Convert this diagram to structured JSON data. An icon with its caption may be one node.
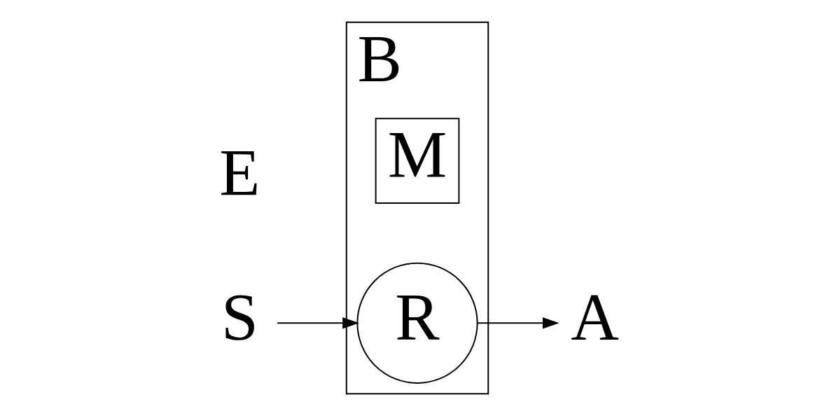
{
  "diagram": {
    "nodes": [
      {
        "text": [
          "B"
        ]
      },
      {
        "text": [
          "M"
        ],
        "in": 0
      },
      {
        "text": [
          "R"
        ],
        "in": 0
      },
      {
        "text": [
          "S"
        ]
      },
      {
        "text": [
          "A"
        ]
      }
    ],
    "edges": [
      {
        "from": 3,
        "to": 2,
        "arrow": "to"
      },
      {
        "from": 2,
        "to": 4,
        "arrow": "to"
      }
    ],
    "labels": [
      "E"
    ]
  }
}
